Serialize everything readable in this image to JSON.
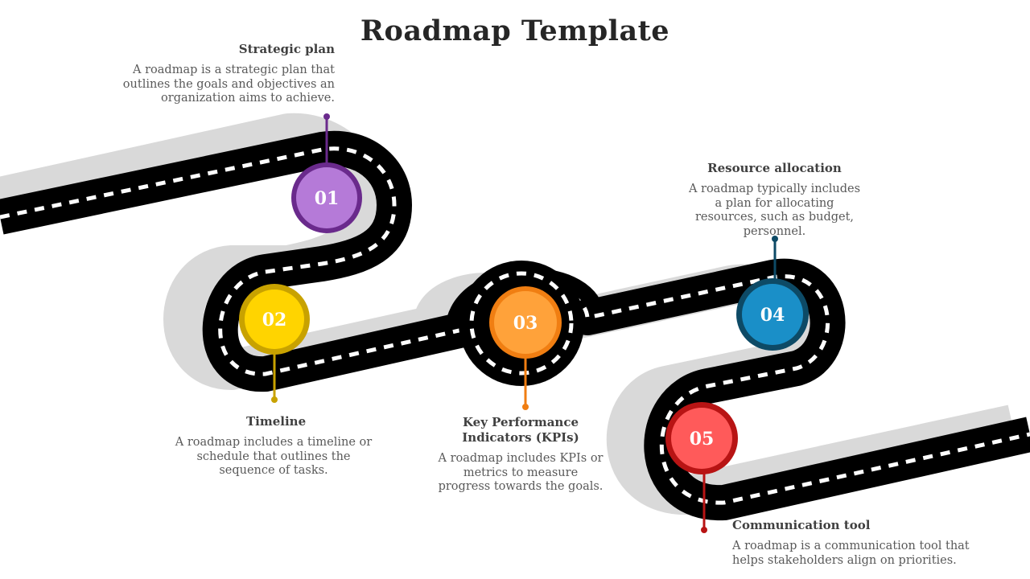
{
  "title": "Roadmap Template",
  "milestones": [
    {
      "number": "01",
      "heading": "Strategic plan",
      "text": "A roadmap is a strategic plan that outlines the goals and objectives an organization aims to achieve.",
      "color": "#b57ad8",
      "ring": "#6a2a8c"
    },
    {
      "number": "02",
      "heading": "Timeline",
      "text": "A roadmap includes a timeline or schedule that outlines the sequence of tasks.",
      "color": "#ffd400",
      "ring": "#c8a200"
    },
    {
      "number": "03",
      "heading": "Key Performance Indicators (KPIs)",
      "text": "A roadmap includes KPIs or metrics to measure progress towards the goals.",
      "color": "#ffa23a",
      "ring": "#f07e12"
    },
    {
      "number": "04",
      "heading": "Resource allocation",
      "text": "A roadmap typically includes a plan for allocating resources, such as budget, personnel.",
      "color": "#1a8fc8",
      "ring": "#0d4a66"
    },
    {
      "number": "05",
      "heading": "Communication tool",
      "text": "A roadmap is a communication tool that helps stakeholders align on priorities.",
      "color": "#ff5a5a",
      "ring": "#b81414"
    }
  ]
}
